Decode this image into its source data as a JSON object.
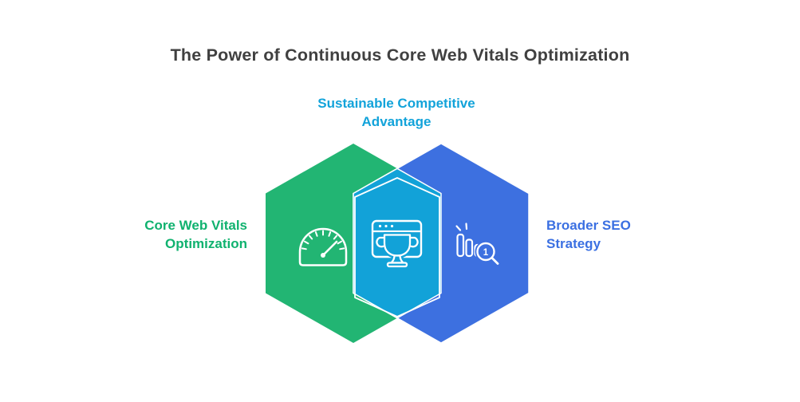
{
  "title": {
    "text": "The Power of Continuous Core Web Vitals Optimization",
    "color": "#404040"
  },
  "labels": {
    "overlap": {
      "line1": "Sustainable Competitive",
      "line2": "Advantage",
      "color": "#12A3DA"
    },
    "left": {
      "line1": "Core Web Vitals",
      "line2": "Optimization",
      "color": "#10B26F"
    },
    "right": {
      "line1": "Broader SEO",
      "line2": "Strategy",
      "color": "#3B70E2"
    }
  },
  "hexagons": {
    "left": {
      "fill": "#22B573",
      "icon": "speedometer-icon"
    },
    "right": {
      "fill": "#3D70E0",
      "icon": "bar-chart-search-icon"
    },
    "overlap": {
      "fill": "#12A2D8",
      "outline": "#FFFFFF",
      "icon": "browser-trophy-icon"
    }
  },
  "badges": {
    "rank_number": "1"
  },
  "icon_stroke_color": "#FFFFFF"
}
